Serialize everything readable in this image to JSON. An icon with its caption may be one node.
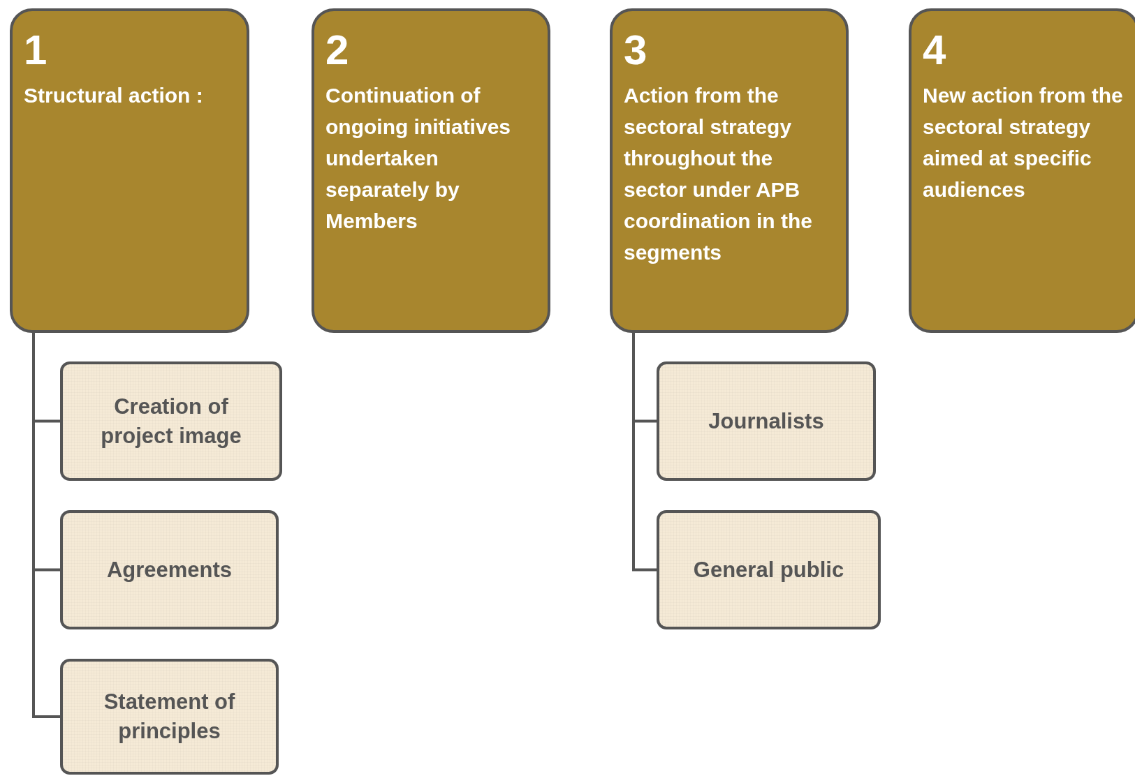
{
  "diagram": {
    "nodes": [
      {
        "text": [
          "1",
          "Structural action :"
        ]
      },
      {
        "text": [
          "2",
          "Continuation of ongoing initiatives undertaken separately by Members"
        ]
      },
      {
        "text": [
          "3",
          "Action from the sectoral strategy throughout the sector under APB coordination in the segments"
        ]
      },
      {
        "text": [
          "4",
          "New action from the sectoral strategy aimed at specific audiences"
        ]
      },
      {
        "text": [
          "Creation of project image"
        ]
      },
      {
        "text": [
          "Agreements"
        ]
      },
      {
        "text": [
          "Statement of principles"
        ]
      },
      {
        "text": [
          "Journalists"
        ]
      },
      {
        "text": [
          "General public"
        ]
      }
    ],
    "edges": [
      {
        "from": 0,
        "to": 4,
        "arrow": "none"
      },
      {
        "from": 0,
        "to": 5,
        "arrow": "none"
      },
      {
        "from": 0,
        "to": 6,
        "arrow": "none"
      },
      {
        "from": 2,
        "to": 7,
        "arrow": "none"
      },
      {
        "from": 2,
        "to": 8,
        "arrow": "none"
      }
    ]
  }
}
